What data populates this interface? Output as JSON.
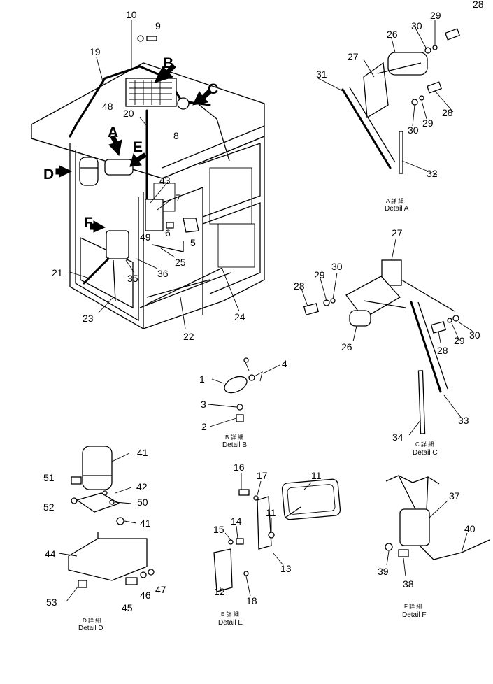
{
  "callouts": {
    "n1": "1",
    "n2": "2",
    "n3": "3",
    "n4": "4",
    "n5": "5",
    "n6": "6",
    "n7": "7",
    "n8": "8",
    "n9": "9",
    "n10": "10",
    "n11a": "11",
    "n11b": "11",
    "n12": "12",
    "n13": "13",
    "n14": "14",
    "n15": "15",
    "n16": "16",
    "n17": "17",
    "n18": "18",
    "n19": "19",
    "n20": "20",
    "n21": "21",
    "n22": "22",
    "n23": "23",
    "n24": "24",
    "n25": "25",
    "n26a": "26",
    "n26c": "26",
    "n27a": "27",
    "n27c": "27",
    "n28a1": "28",
    "n28a2": "28",
    "n28c1": "28",
    "n28c2": "28",
    "n29a1": "29",
    "n29a2": "29",
    "n29c1": "29",
    "n29c2": "29",
    "n30a1": "30",
    "n30a2": "30",
    "n30c1": "30",
    "n30c2": "30",
    "n31": "31",
    "n32": "32",
    "n33": "33",
    "n34": "34",
    "n35": "35",
    "n36": "36",
    "n37": "37",
    "n38": "38",
    "n39": "39",
    "n40": "40",
    "n41a": "41",
    "n41b": "41",
    "n42": "42",
    "n43": "43",
    "n44": "44",
    "n45": "45",
    "n46": "46",
    "n47": "47",
    "n48": "48",
    "n49": "49",
    "n50": "50",
    "n51": "51",
    "n52": "52",
    "n53": "53"
  },
  "view_letters": {
    "A": "A",
    "B": "B",
    "C": "C",
    "D": "D",
    "E": "E",
    "F": "F"
  },
  "details": {
    "A": {
      "jp": "A 詳 細",
      "en": "Detail A"
    },
    "B": {
      "jp": "B 詳 細",
      "en": "Detail B"
    },
    "C": {
      "jp": "C 詳 細",
      "en": "Detail C"
    },
    "D": {
      "jp": "D 詳 細",
      "en": "Detail D"
    },
    "E": {
      "jp": "E 詳 細",
      "en": "Detail E"
    },
    "F": {
      "jp": "F 詳 細",
      "en": "Detail F"
    }
  }
}
